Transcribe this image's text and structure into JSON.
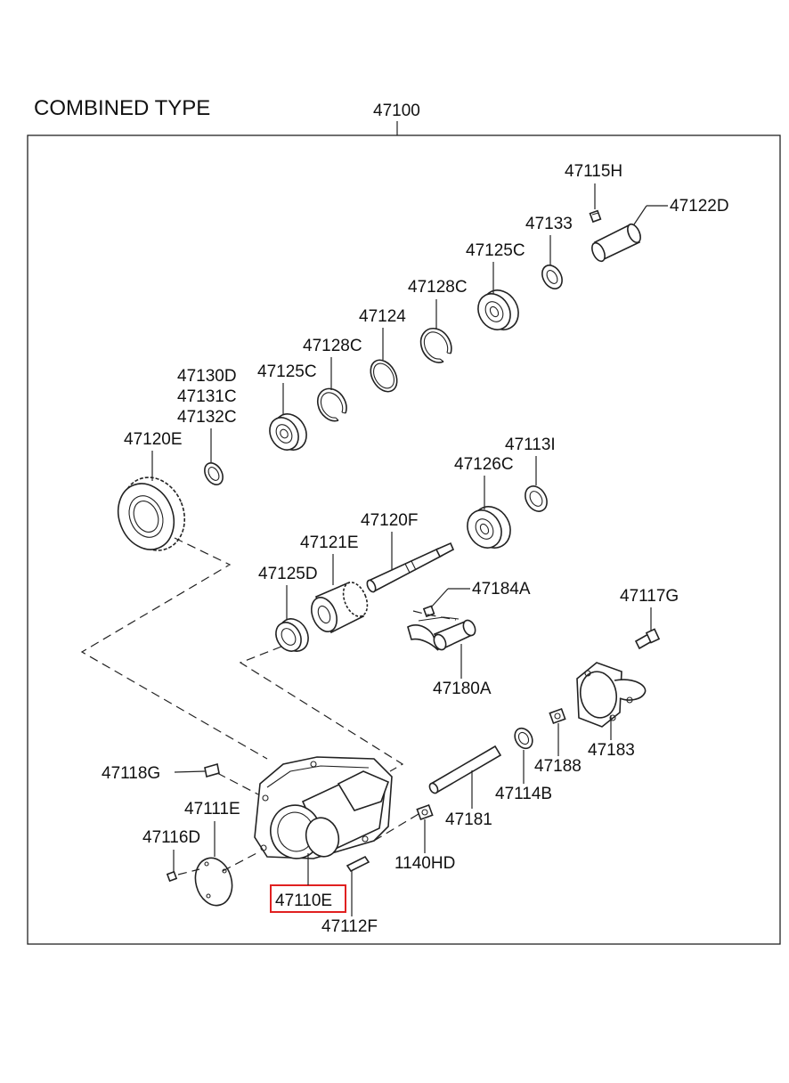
{
  "diagram": {
    "title": "COMBINED TYPE",
    "assembly_number": "47100",
    "highlighted_part": "47110E",
    "highlight_color": "#e02020",
    "labels": {
      "p47115H": "47115H",
      "p47122D": "47122D",
      "p47133": "47133",
      "p47125C_a": "47125C",
      "p47128C_a": "47128C",
      "p47124": "47124",
      "p47128C_b": "47128C",
      "p47125C_b": "47125C",
      "p47130D": "47130D",
      "p47131C": "47131C",
      "p47132C": "47132C",
      "p47120E": "47120E",
      "p47113I": "47113I",
      "p47126C": "47126C",
      "p47120F": "47120F",
      "p47121E": "47121E",
      "p47125D": "47125D",
      "p47184A": "47184A",
      "p47117G": "47117G",
      "p47180A": "47180A",
      "p47183": "47183",
      "p47188": "47188",
      "p47114B": "47114B",
      "p47118G": "47118G",
      "p47111E": "47111E",
      "p47116D": "47116D",
      "p47181": "47181",
      "p1140HD": "1140HD",
      "p47110E": "47110E",
      "p47112F": "47112F"
    }
  }
}
